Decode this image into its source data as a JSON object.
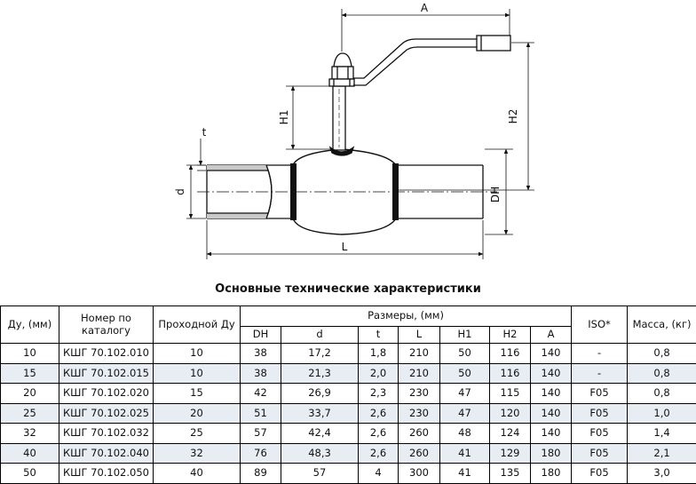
{
  "drawing": {
    "dim_labels": {
      "A": "A",
      "H1": "H1",
      "H2": "H2",
      "t": "t",
      "d": "d",
      "DH": "DH",
      "L": "L"
    }
  },
  "table": {
    "title": "Основные технические характеристики",
    "headers": {
      "du": "Ду, (мм)",
      "catalog": "Номер по каталогу",
      "passage": "Проходной Ду",
      "dims_group": "Размеры, (мм)",
      "iso": "ISO*",
      "mass": "Масса, (кг)"
    },
    "dim_columns": [
      "DH",
      "d",
      "t",
      "L",
      "H1",
      "H2",
      "A"
    ],
    "rows": [
      [
        "10",
        "КШГ 70.102.010",
        "10",
        "38",
        "17,2",
        "1,8",
        "210",
        "50",
        "116",
        "140",
        "-",
        "0,8"
      ],
      [
        "15",
        "КШГ 70.102.015",
        "10",
        "38",
        "21,3",
        "2,0",
        "210",
        "50",
        "116",
        "140",
        "-",
        "0,8"
      ],
      [
        "20",
        "КШГ 70.102.020",
        "15",
        "42",
        "26,9",
        "2,3",
        "230",
        "47",
        "115",
        "140",
        "F05",
        "0,8"
      ],
      [
        "25",
        "КШГ 70.102.025",
        "20",
        "51",
        "33,7",
        "2,6",
        "230",
        "47",
        "120",
        "140",
        "F05",
        "1,0"
      ],
      [
        "32",
        "КШГ 70.102.032",
        "25",
        "57",
        "42,4",
        "2,6",
        "260",
        "48",
        "124",
        "140",
        "F05",
        "1,4"
      ],
      [
        "40",
        "КШГ 70.102.040",
        "32",
        "76",
        "48,3",
        "2,6",
        "260",
        "41",
        "129",
        "180",
        "F05",
        "2,1"
      ],
      [
        "50",
        "КШГ 70.102.050",
        "40",
        "89",
        "57",
        "4",
        "300",
        "41",
        "135",
        "180",
        "F05",
        "3,0"
      ]
    ]
  }
}
